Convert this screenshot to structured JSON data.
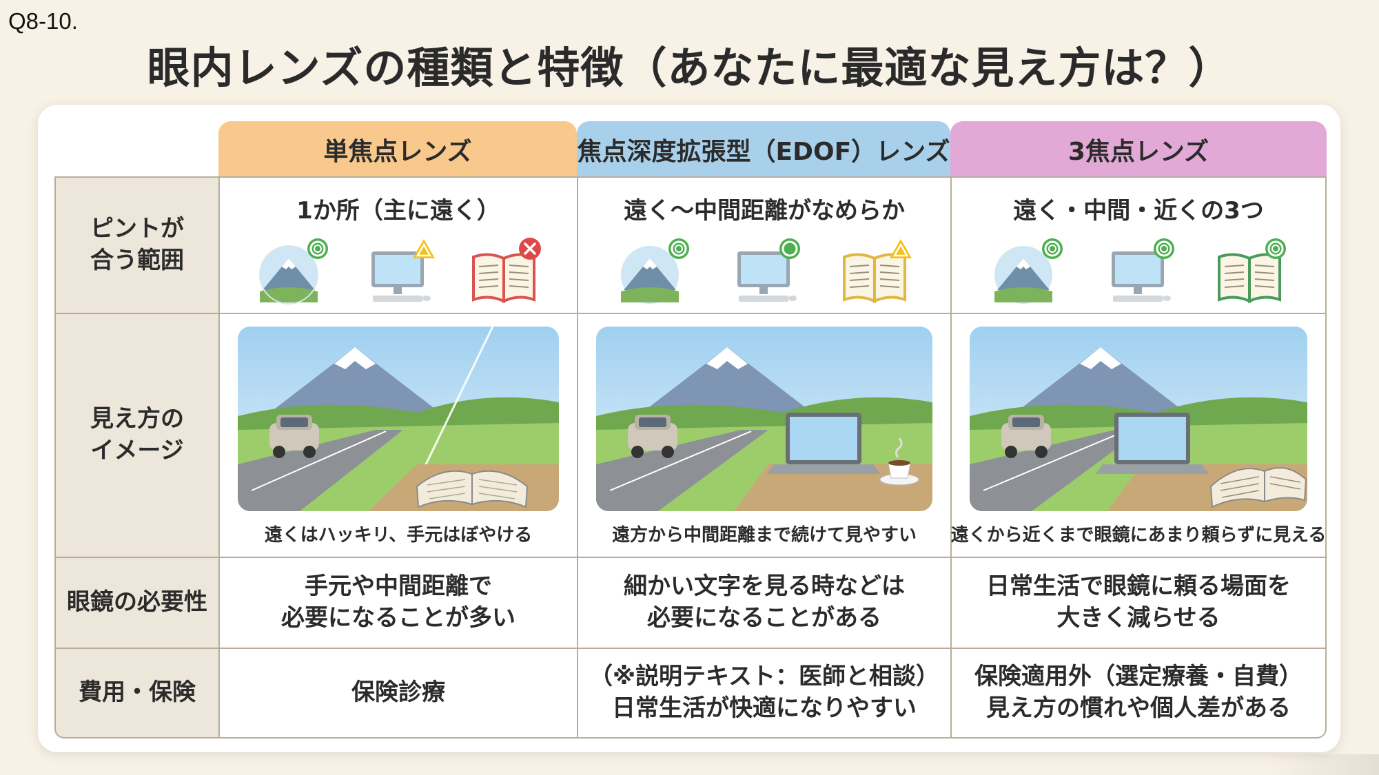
{
  "question_number": "Q8-10.",
  "title": "眼内レンズの種類と特徴（あなたに最適な見え方は？）",
  "row_headers": {
    "focus_range": "ピントが\n合う範囲",
    "view_image": "見え方の\nイメージ",
    "glasses_need": "眼鏡の必要性",
    "cost_insurance": "費用・保険"
  },
  "columns": [
    {
      "header": "単焦点レンズ",
      "header_color": "#f8c88c",
      "focus_title": "1か所（主に遠く）",
      "marks": [
        "double-circle",
        "triangle",
        "cross"
      ],
      "book_color": "#d9534f",
      "caption": "遠くはハッキリ、手元はぼやける",
      "glasses": "手元や中間距離で\n必要になることが多い",
      "cost": "保険診療"
    },
    {
      "header": "焦点深度拡張型（EDOF）レンズ",
      "header_color": "#a9d0ea",
      "focus_title": "遠く～中間距離がなめらか",
      "marks": [
        "double-circle",
        "circle",
        "triangle"
      ],
      "book_color": "#e0b840",
      "caption": "遠方から中間距離まで続けて見やすい",
      "glasses": "細かい文字を見る時などは\n必要になることがある",
      "cost": "（※説明テキスト：医師と相談）\n日常生活が快適になりやすい"
    },
    {
      "header": "3焦点レンズ",
      "header_color": "#e2a9d6",
      "focus_title": "遠く・中間・近くの3つ",
      "marks": [
        "double-circle",
        "double-circle",
        "double-circle"
      ],
      "book_color": "#4a9a5c",
      "caption": "遠くから近くまで眼鏡にあまり頼らずに見える",
      "glasses": "日常生活で眼鏡に頼る場面を\n大きく減らせる",
      "cost": "保険適用外（選定療養・自費）\n見え方の慣れや個人差がある"
    }
  ],
  "icon_names": [
    "mountain-icon",
    "computer-icon",
    "book-icon"
  ],
  "mark_colors": {
    "good": "#4caf50",
    "fair": "#f2c21b",
    "bad": "#e04848"
  }
}
